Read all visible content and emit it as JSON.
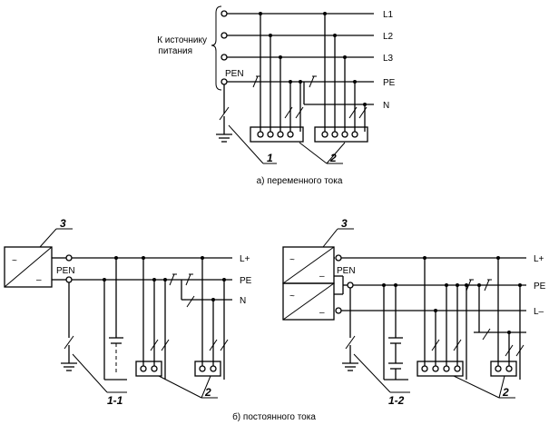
{
  "top": {
    "source_label_line1": "К источнику",
    "source_label_line2": "питания",
    "pen": "PEN",
    "lines": [
      "L1",
      "L2",
      "L3",
      "PE",
      "N"
    ],
    "ref_earth": "1",
    "ref_loads": "2",
    "caption": "а) переменного тока"
  },
  "left": {
    "ref_source": "3",
    "ac_symbol": "~",
    "dc_symbol": "–",
    "pen": "PEN",
    "lines": [
      "L+",
      "PE",
      "N"
    ],
    "ref_earth": "1-1",
    "ref_loads": "2"
  },
  "right": {
    "ref_source": "3",
    "ac_symbol": "~",
    "dc_symbol": "–",
    "pen": "PEN",
    "lines": [
      "L+",
      "PE",
      "L–"
    ],
    "ref_earth": "1-2",
    "ref_loads": "2"
  },
  "bottom_caption": "б) постоянного тока"
}
